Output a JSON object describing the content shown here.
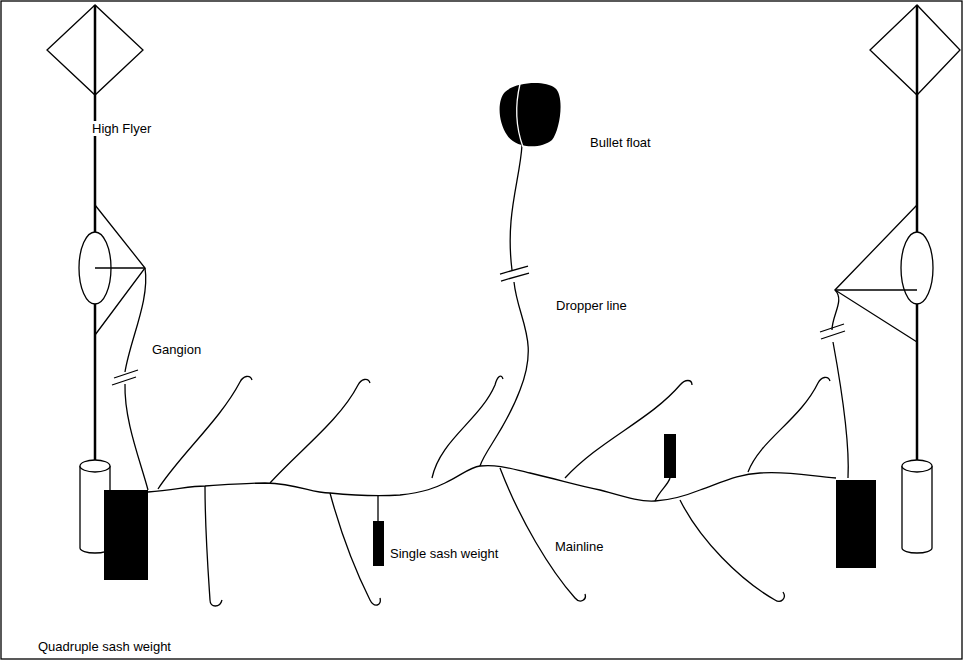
{
  "diagram": {
    "labels": [
      "High Flyer",
      "Bullet float",
      "Dropper line",
      "Gangion",
      "Single sash weight",
      "Mainline",
      "Quadruple sash weight"
    ]
  }
}
